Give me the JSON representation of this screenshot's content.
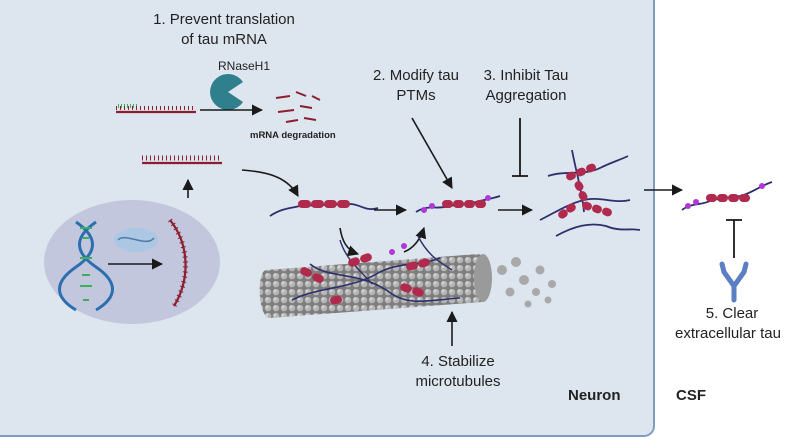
{
  "steps": {
    "s1_line1": "1. Prevent translation",
    "s1_line2": "of tau mRNA",
    "s2_line1": "2. Modify tau",
    "s2_line2": "PTMs",
    "s3_line1": "3. Inhibit Tau",
    "s3_line2": "Aggregation",
    "s4_line1": "4. Stabilize",
    "s4_line2": "microtubules",
    "s5_line1": "5. Clear",
    "s5_line2": "extracellular tau"
  },
  "labels": {
    "rnaseh1": "RNaseH1",
    "mrna_degradation": "mRNA degradation",
    "neuron": "Neuron",
    "csf": "CSF"
  },
  "colors": {
    "neuron_bg": "#dde6ef",
    "neuron_border": "#7f9cbf",
    "nucleus": "#c3c7de",
    "tau_red": "#b02a4e",
    "tau_navy": "#2c2f6b",
    "phospho": "#b038d6",
    "mrna": "#8b1f2e",
    "enzyme": "#2f7f8c",
    "antibody": "#5b7fc2",
    "microtubule": "#8f8f8f"
  }
}
